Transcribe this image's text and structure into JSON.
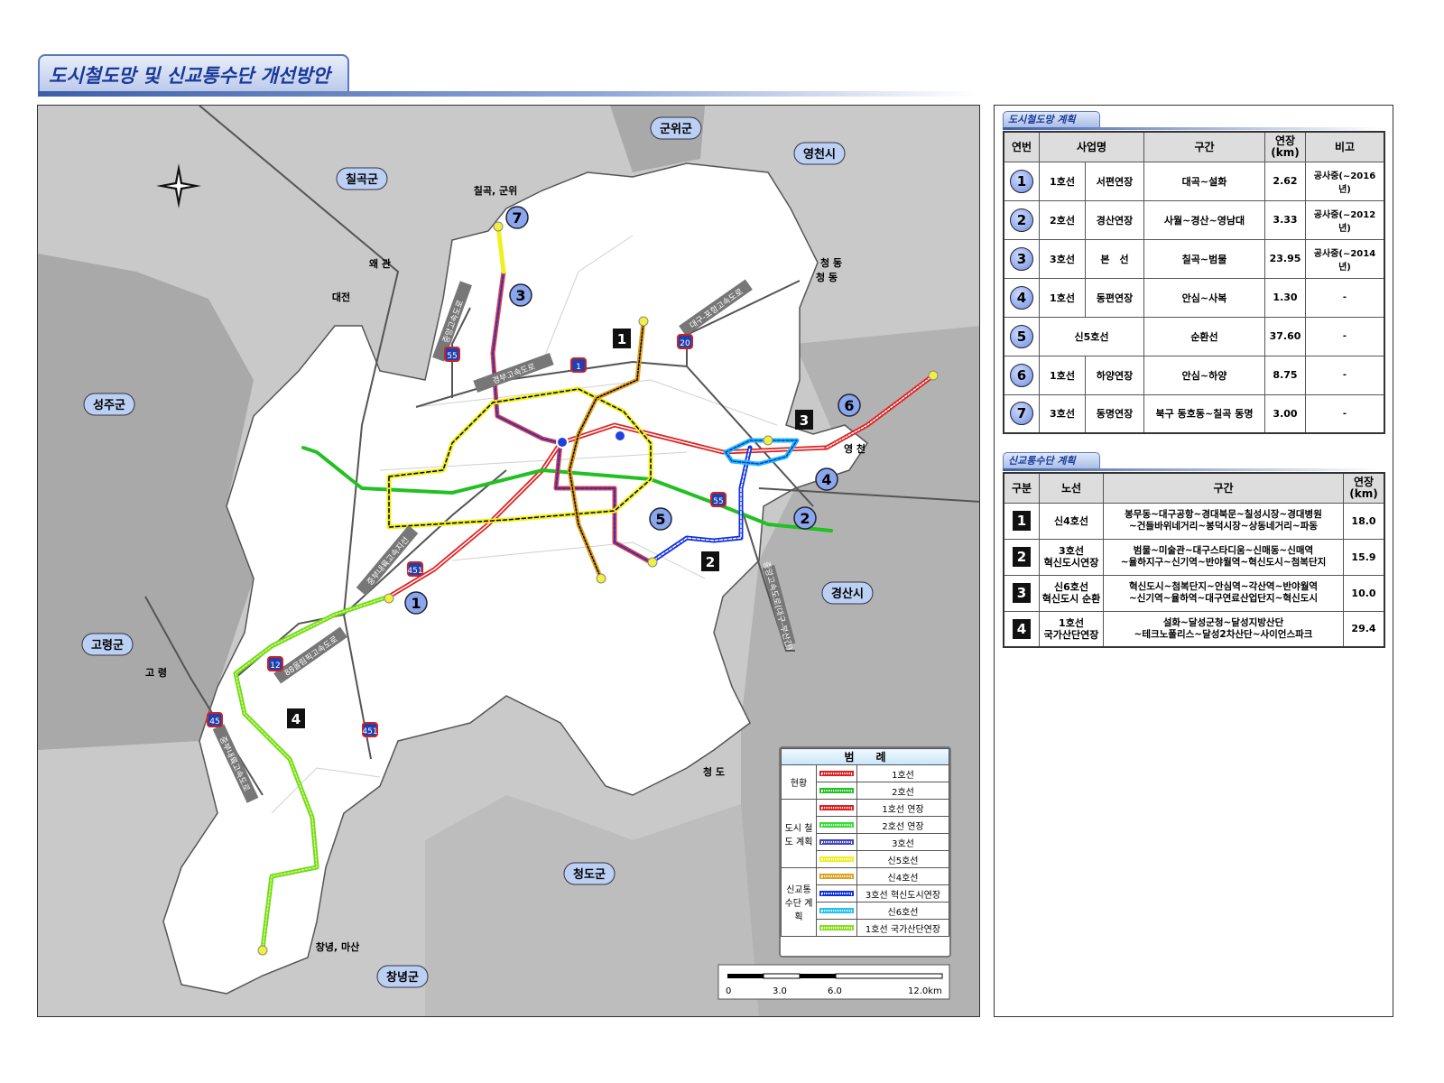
{
  "title": "도시철도망 및 신교통수단 개선방안",
  "map": {
    "regions": [
      "군위군",
      "영천시",
      "칠곡군",
      "성주군",
      "고령군",
      "경산시",
      "청도군",
      "창녕군"
    ],
    "places": [
      "칠곡, 군위",
      "왜 관",
      "대전",
      "청 동",
      "청 동",
      "영 천",
      "고 령",
      "청 도",
      "창녕, 마산"
    ],
    "highways": [
      "중앙고속도로",
      "경부고속도로",
      "대구-포항고속도로",
      "중부내륙고속지선",
      "88올림픽고속도로",
      "중부내륙고속도로",
      "중앙고속도로(대구-부산간)"
    ],
    "shields": [
      "55",
      "1",
      "20",
      "451",
      "12",
      "45",
      "451",
      "55"
    ],
    "circle_markers": [
      "1",
      "2",
      "3",
      "4",
      "5",
      "6",
      "7"
    ],
    "square_markers": [
      "1",
      "2",
      "3",
      "4"
    ],
    "scale": {
      "ticks": [
        "0",
        "3.0",
        "6.0",
        "12.0km"
      ]
    },
    "legend": {
      "title": "범　　례",
      "groups": [
        {
          "name": "현황",
          "items": [
            {
              "label": "1호선",
              "color": "#e02020"
            },
            {
              "label": "2호선",
              "color": "#22c022"
            }
          ]
        },
        {
          "name": "도시 철도 계획",
          "items": [
            {
              "label": "1호선 연장",
              "color": "#e02020"
            },
            {
              "label": "2호선 연장",
              "color": "#33dd33"
            },
            {
              "label": "3호선",
              "color": "#4040c0"
            },
            {
              "label": "신5호선",
              "color": "#f0f020"
            }
          ]
        },
        {
          "name": "신교통 수단 계획",
          "items": [
            {
              "label": "신4호선",
              "color": "#e0a020"
            },
            {
              "label": "3호선 혁신도시연장",
              "color": "#1030e0"
            },
            {
              "label": "신6호선",
              "color": "#20c0f0"
            },
            {
              "label": "1호선 국가산단연장",
              "color": "#88e020"
            }
          ]
        }
      ]
    }
  },
  "table1": {
    "tab": "도시철도망 계획",
    "headers": [
      "연번",
      "사업명",
      "구간",
      "연장\n(km)",
      "비고"
    ],
    "rows": [
      {
        "no": "1",
        "line": "1호선",
        "name": "서편연장",
        "section": "대곡~설화",
        "len": "2.62",
        "note": "공사중(~2016년)"
      },
      {
        "no": "2",
        "line": "2호선",
        "name": "경산연장",
        "section": "사월~경산~영남대",
        "len": "3.33",
        "note": "공사중(~2012년)"
      },
      {
        "no": "3",
        "line": "3호선",
        "name": "본　선",
        "section": "칠곡~범물",
        "len": "23.95",
        "note": "공사중(~2014년)"
      },
      {
        "no": "4",
        "line": "1호선",
        "name": "동편연장",
        "section": "안심~사복",
        "len": "1.30",
        "note": "-"
      },
      {
        "no": "5",
        "line": "신5호선",
        "name": "",
        "section": "순환선",
        "len": "37.60",
        "note": "-"
      },
      {
        "no": "6",
        "line": "1호선",
        "name": "하양연장",
        "section": "안심~하양",
        "len": "8.75",
        "note": "-"
      },
      {
        "no": "7",
        "line": "3호선",
        "name": "동명연장",
        "section": "북구 동호동~칠곡 동명",
        "len": "3.00",
        "note": "-"
      }
    ]
  },
  "table2": {
    "tab": "신교통수단 계획",
    "headers": [
      "구분",
      "노선",
      "구간",
      "연장\n(km)"
    ],
    "rows": [
      {
        "no": "1",
        "line": "신4호선",
        "section": "봉무동~대구공항~경대북문~칠성시장~경대병원\n~건들바위네거리~봉덕시장~상동네거리~파동",
        "len": "18.0"
      },
      {
        "no": "2",
        "line": "3호선\n혁신도시연장",
        "section": "범물~미술관~대구스타디움~신매동~신매역\n~율하지구~신기역~반야월역~혁신도시~첨복단지",
        "len": "15.9"
      },
      {
        "no": "3",
        "line": "신6호선\n혁신도시 순환",
        "section": "혁신도시~첨복단지~안심역~각산역~반야월역\n~신기역~율하역~대구연료산업단지~혁신도시",
        "len": "10.0"
      },
      {
        "no": "4",
        "line": "1호선\n국가산단연장",
        "section": "설화~달성군청~달성지방산단\n~테크노폴리스~달성2차산단~사이언스파크",
        "len": "29.4"
      }
    ]
  }
}
